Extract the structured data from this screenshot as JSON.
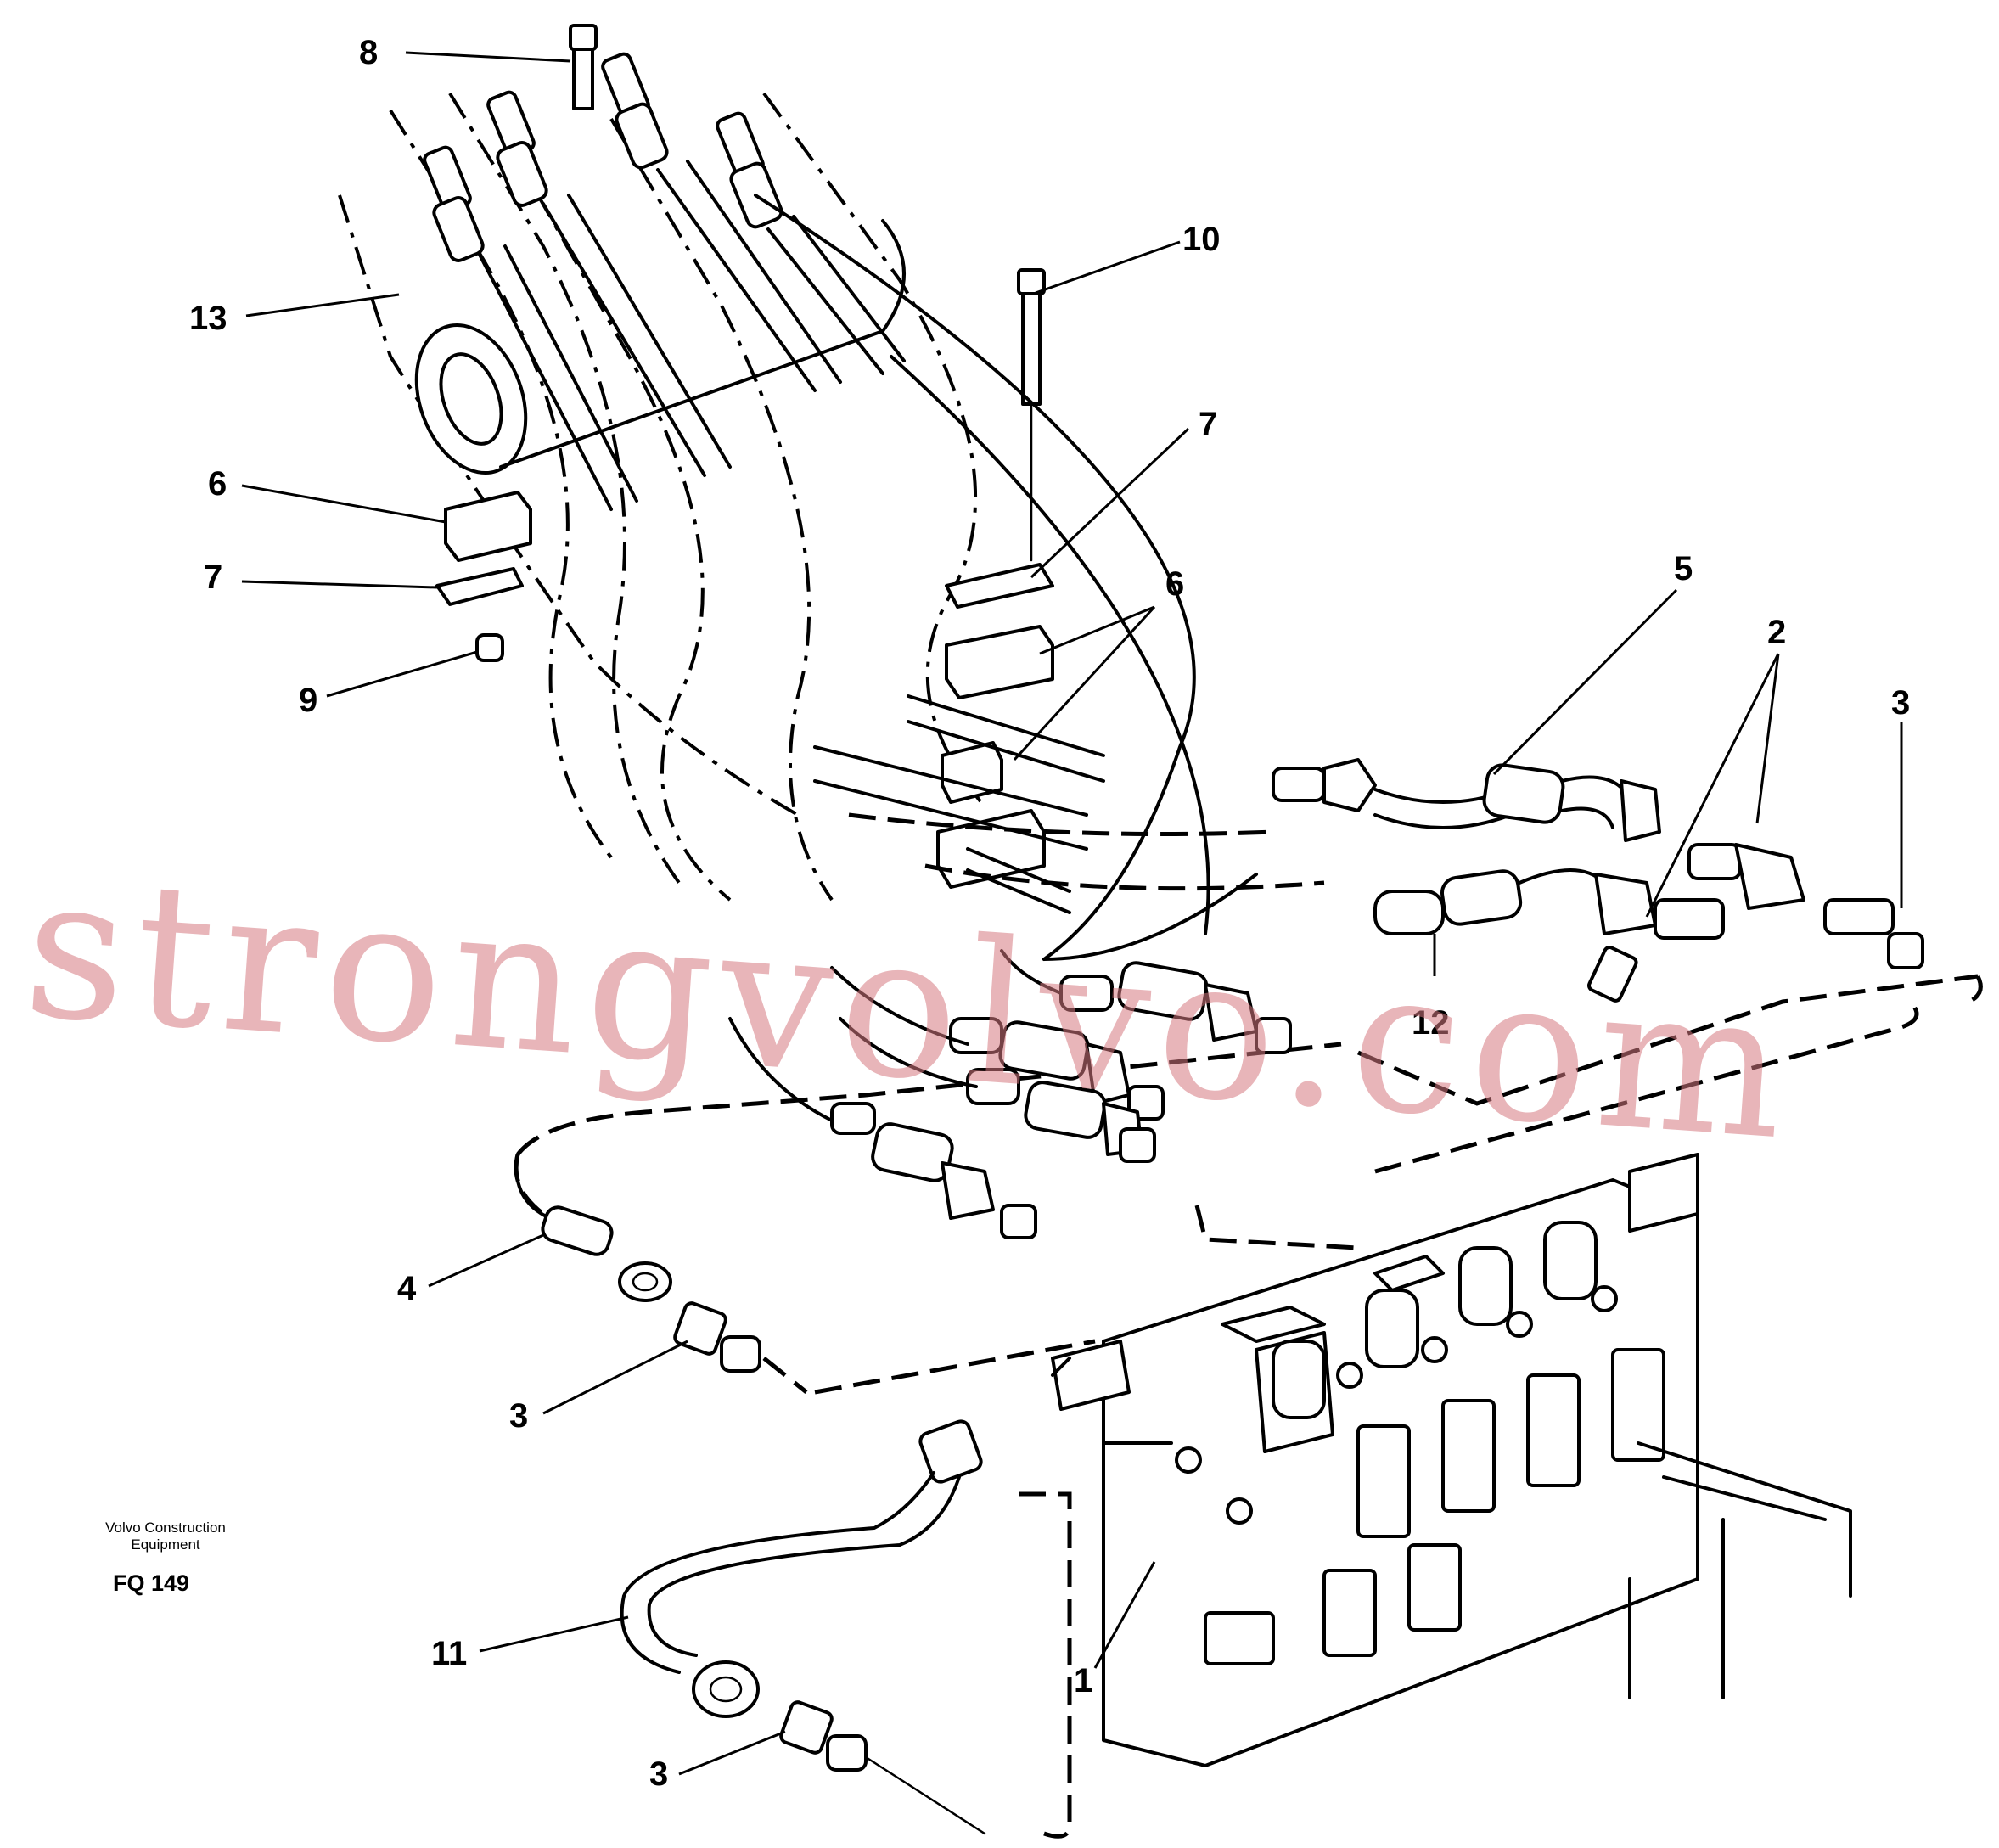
{
  "diagram": {
    "callouts": [
      "8",
      "10",
      "13",
      "7",
      "6",
      "7",
      "9",
      "6",
      "5",
      "2",
      "3",
      "12",
      "4",
      "3",
      "11",
      "3",
      "1"
    ],
    "caption_line1": "Volvo Construction",
    "caption_line2": "Equipment",
    "figure_code": "FQ 149"
  },
  "watermark": {
    "text": "strongvolvo.com",
    "color": "#d67880"
  }
}
